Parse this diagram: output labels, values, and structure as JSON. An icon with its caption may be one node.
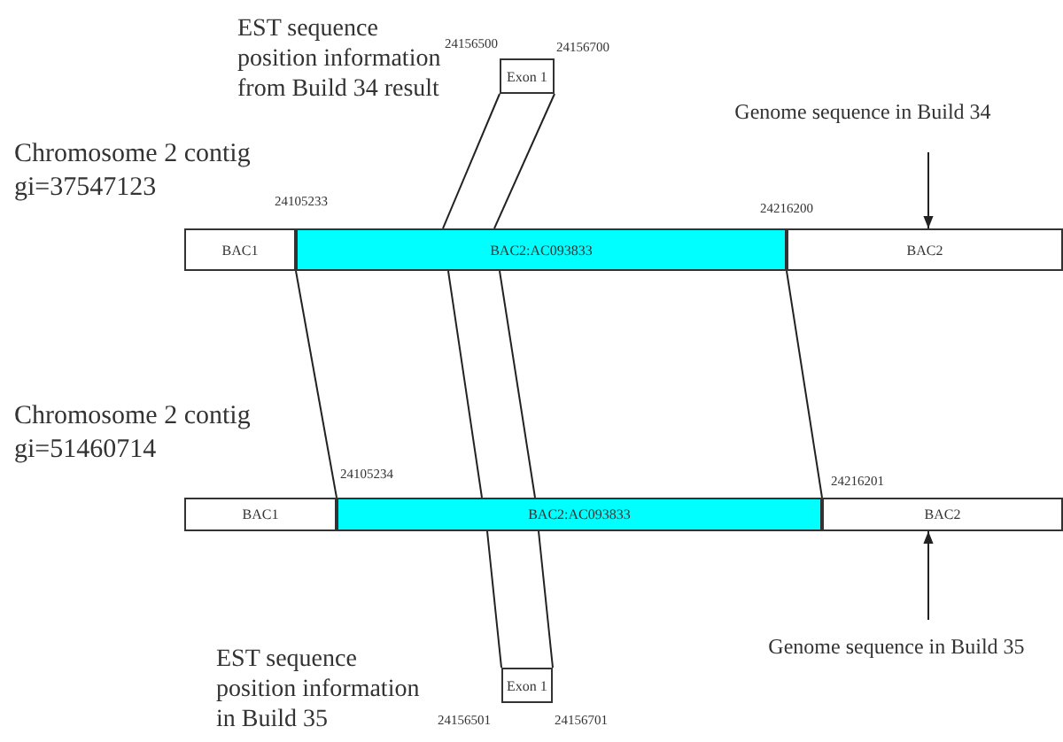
{
  "diagram": {
    "nodes": [
      {
        "text": [
          "Exon 1"
        ]
      },
      {
        "text": [
          "BAC1"
        ]
      },
      {
        "text": [
          "BAC2:AC093833"
        ]
      },
      {
        "text": [
          "BAC2"
        ]
      },
      {
        "text": [
          "BAC1"
        ]
      },
      {
        "text": [
          "BAC2:AC093833"
        ]
      },
      {
        "text": [
          "BAC2"
        ]
      },
      {
        "text": [
          "Exon 1"
        ]
      },
      {
        "text": [
          "Genome sequence in Build 34"
        ]
      },
      {
        "text": [
          "Genome sequence in Build 35"
        ]
      }
    ],
    "edges": [
      {
        "from": 0,
        "to": 2,
        "arrow": "none"
      },
      {
        "from": 0,
        "to": 2,
        "arrow": "none"
      },
      {
        "from": 2,
        "to": 5,
        "arrow": "none"
      },
      {
        "from": 2,
        "to": 5,
        "arrow": "none"
      },
      {
        "from": 2,
        "to": 5,
        "arrow": "none"
      },
      {
        "from": 2,
        "to": 5,
        "arrow": "none"
      },
      {
        "from": 5,
        "to": 7,
        "arrow": "none"
      },
      {
        "from": 5,
        "to": 7,
        "arrow": "none"
      },
      {
        "from": 8,
        "to": 3,
        "arrow": "to"
      },
      {
        "from": 9,
        "to": 6,
        "arrow": "to"
      }
    ],
    "labels": [
      "EST sequence position information from Build 34 result",
      "24156500",
      "24156700",
      "Chromosome 2 contig gi=37547123",
      "24105233",
      "24216200",
      "Chromosome 2 contig gi=51460714",
      "24105234",
      "24216201",
      "EST sequence position information in Build 35",
      "24156501",
      "24156701"
    ]
  }
}
